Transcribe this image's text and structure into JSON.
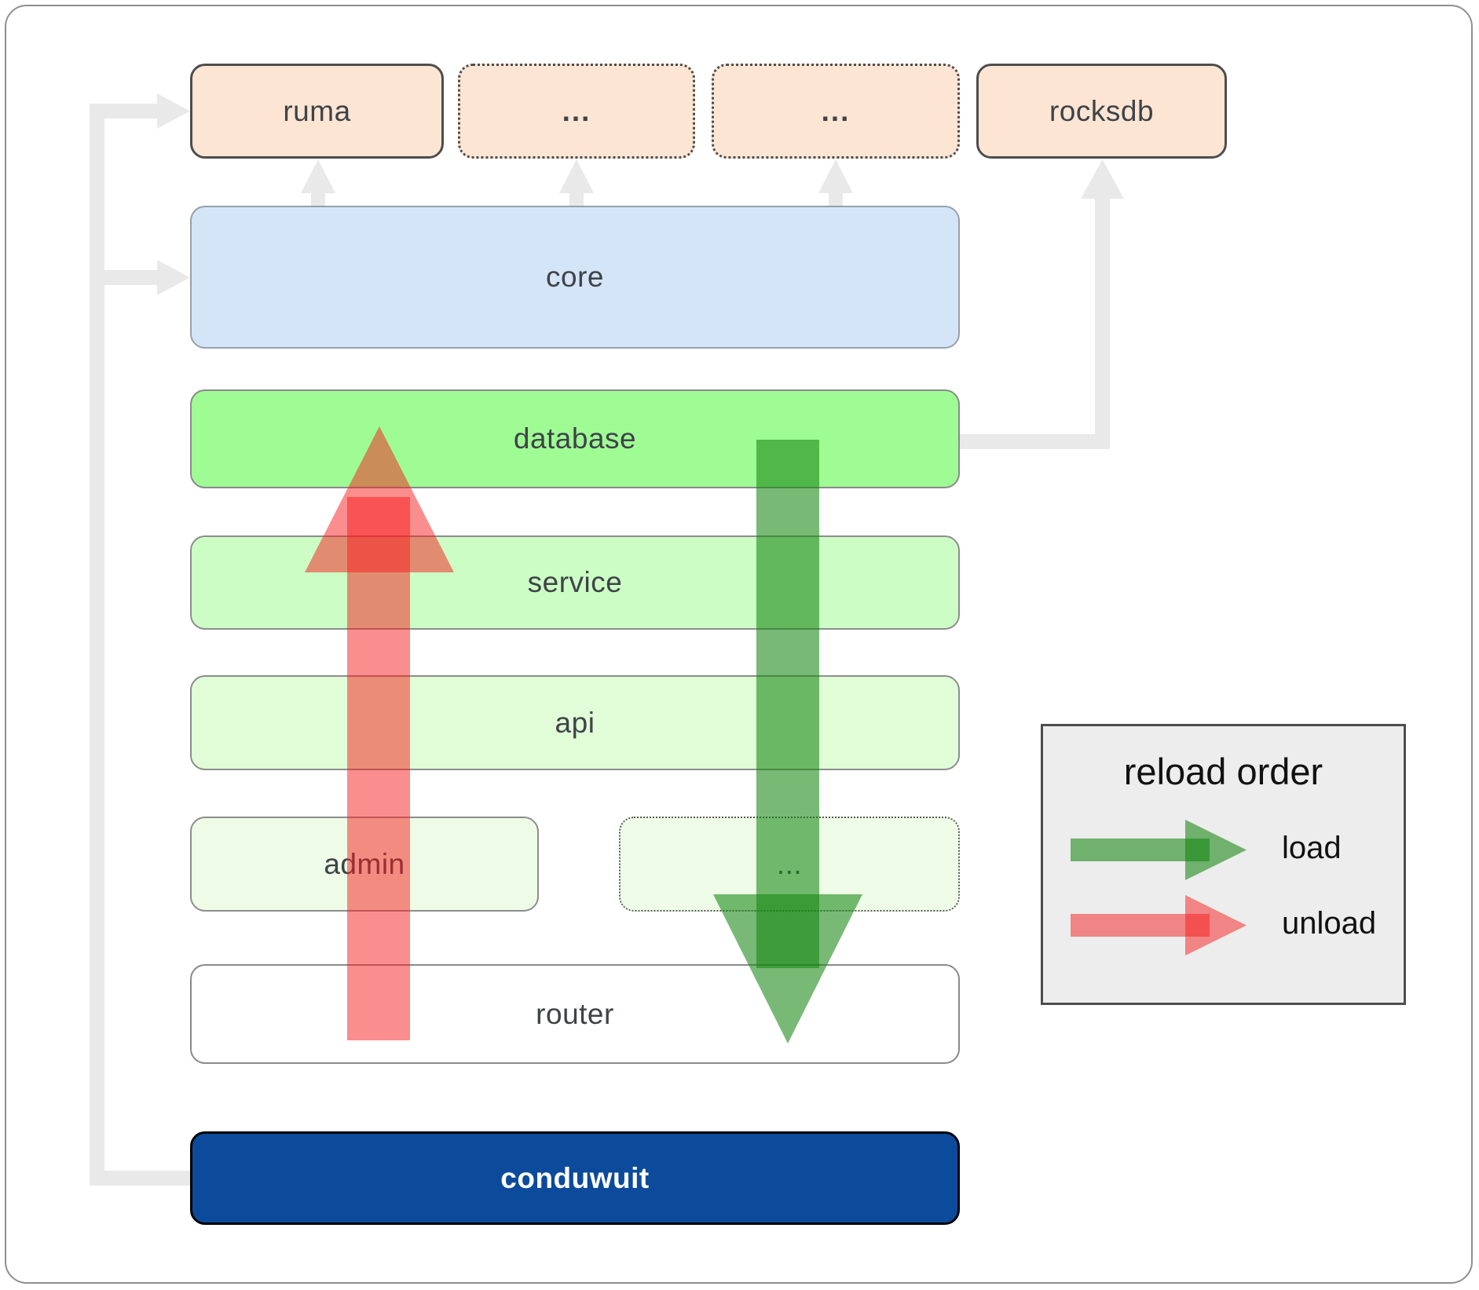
{
  "nodes": {
    "ruma": {
      "label": "ruma"
    },
    "ellipsis_top_1": {
      "label": "..."
    },
    "ellipsis_top_2": {
      "label": "..."
    },
    "rocksdb": {
      "label": "rocksdb"
    },
    "core": {
      "label": "core"
    },
    "database": {
      "label": "database"
    },
    "service": {
      "label": "service"
    },
    "api": {
      "label": "api"
    },
    "admin": {
      "label": "admin"
    },
    "ellipsis_admin_row": {
      "label": "..."
    },
    "router": {
      "label": "router"
    },
    "conduwuit": {
      "label": "conduwuit"
    }
  },
  "legend": {
    "title": "reload order",
    "items": [
      {
        "label": "load",
        "color": "#148612"
      },
      {
        "label": "unload",
        "color": "#f51c1c"
      }
    ]
  },
  "colors": {
    "module_fill": "#fce5d3",
    "module_border": "#4d4d4d",
    "core_fill": "#d5e5f8",
    "database_fill": "#9ffc95",
    "service_fill": "#ccfdc5",
    "api_fill": "#e0fdd7",
    "admin_fill": "#eefce7",
    "router_fill": "#ffffff",
    "conduwuit_fill": "#0c4b9c",
    "conduwuit_text": "#ffffff",
    "connector": "#e9e9e9",
    "load_arrow": "rgba(20,134,18,0.58)",
    "unload_arrow": "rgba(245,28,28,0.5)",
    "legend_fill": "#ededed"
  }
}
